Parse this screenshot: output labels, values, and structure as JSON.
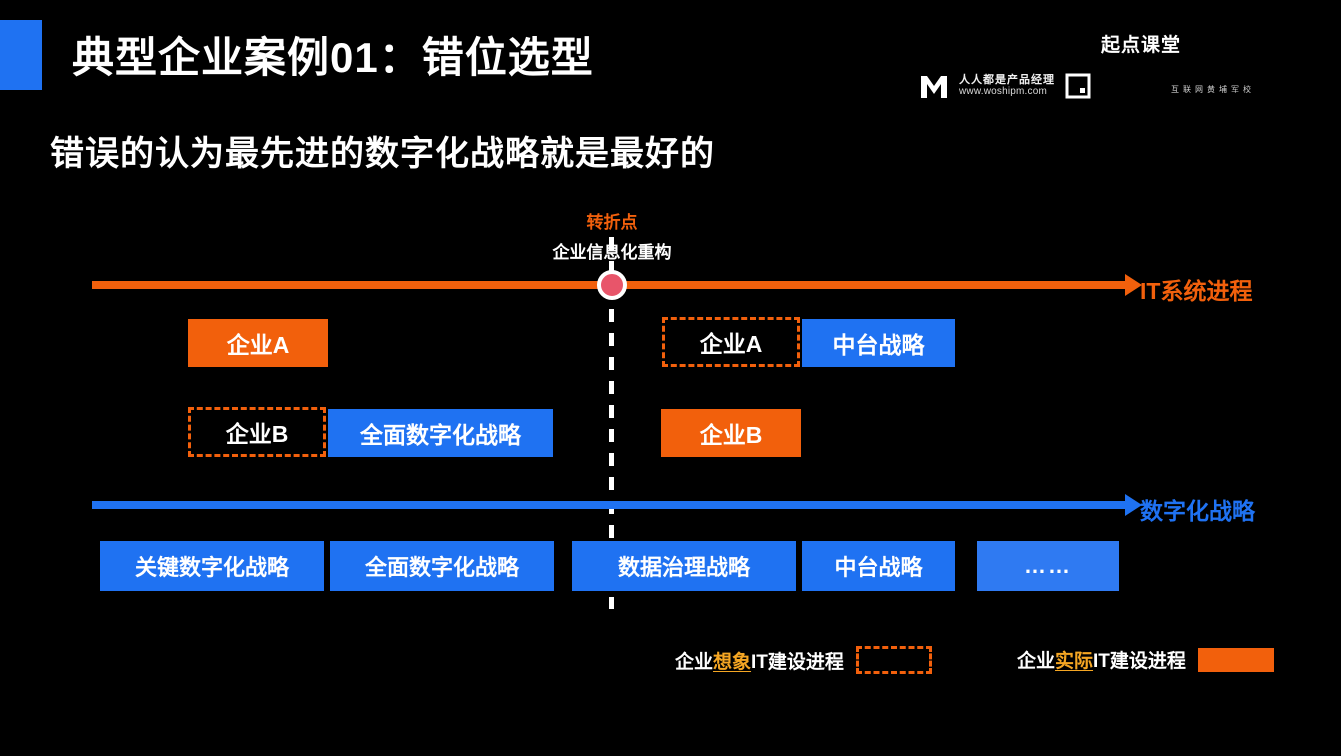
{
  "header": {
    "title": "典型企业案例01：错位选型",
    "logo": {
      "brand_name": "人人都是产品经理",
      "brand_url": "www.woshipm.com",
      "school_name": "起点课堂",
      "school_tagline": "互联网黄埔军校"
    }
  },
  "subtitle": "错误的认为最先进的数字化战略就是最好的",
  "turning_point": {
    "title": "转折点",
    "description": "企业信息化重构"
  },
  "axes": {
    "it_progress_label": "IT系统进程",
    "digital_strategy_label": "数字化战略"
  },
  "rows": {
    "row1": {
      "left_actual": "企业A",
      "right_imagined": "企业A",
      "right_strategy": "中台战略"
    },
    "row2": {
      "left_imagined": "企业B",
      "left_strategy": "全面数字化战略",
      "right_actual": "企业B"
    }
  },
  "strategy_stages": [
    "关键数字化战略",
    "全面数字化战略",
    "数据治理战略",
    "中台战略",
    "……"
  ],
  "legend": {
    "imagined": {
      "prefix": "企业",
      "emphasis": "想象",
      "suffix": "IT建设进程"
    },
    "actual": {
      "prefix": "企业",
      "emphasis": "实际",
      "suffix": "IT建设进程"
    }
  },
  "colors": {
    "background": "#000000",
    "orange": "#f2600c",
    "blue": "#1f72f2",
    "pivot_dot": "#e8556a",
    "emphasis_yellow": "#f5a623",
    "white": "#ffffff"
  }
}
